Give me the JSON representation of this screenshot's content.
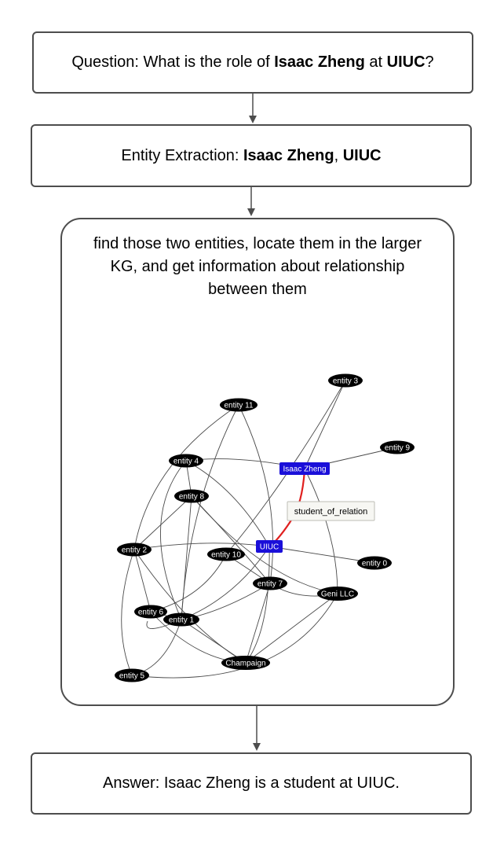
{
  "question": {
    "prefix": "Question: What is the role of ",
    "entity1": "Isaac Zheng",
    "mid": " at ",
    "entity2": "UIUC",
    "suffix": "?"
  },
  "extraction": {
    "prefix": "Entity Extraction: ",
    "entity1": "Isaac Zheng",
    "sep": ", ",
    "entity2": "UIUC"
  },
  "kg_step": {
    "description": "find those two entities, locate them in the larger KG, and get information about relationship between them"
  },
  "answer": {
    "text": "Answer: Isaac Zheng is a student at UIUC."
  },
  "graph": {
    "highlight_color": "#1a0fd9",
    "relation_color": "#e0201f",
    "nodes": [
      {
        "id": "entity3",
        "label": "entity 3"
      },
      {
        "id": "entity11",
        "label": "entity 11"
      },
      {
        "id": "entity9",
        "label": "entity 9"
      },
      {
        "id": "entity4",
        "label": "entity 4"
      },
      {
        "id": "isaac",
        "label": "Isaac Zheng",
        "highlight": true
      },
      {
        "id": "entity8",
        "label": "entity 8"
      },
      {
        "id": "entity2",
        "label": "entity 2"
      },
      {
        "id": "uiuc",
        "label": "UIUC",
        "highlight": true
      },
      {
        "id": "entity10",
        "label": "entity 10"
      },
      {
        "id": "entity0",
        "label": "entity 0"
      },
      {
        "id": "entity7",
        "label": "entity 7"
      },
      {
        "id": "geni",
        "label": "Geni LLC"
      },
      {
        "id": "entity6",
        "label": "entity 6"
      },
      {
        "id": "entity1",
        "label": "entity 1"
      },
      {
        "id": "champaign",
        "label": "Champaign"
      },
      {
        "id": "entity5",
        "label": "entity 5"
      }
    ],
    "relation": {
      "from": "isaac",
      "to": "uiuc",
      "label": "student_of_relation"
    }
  }
}
